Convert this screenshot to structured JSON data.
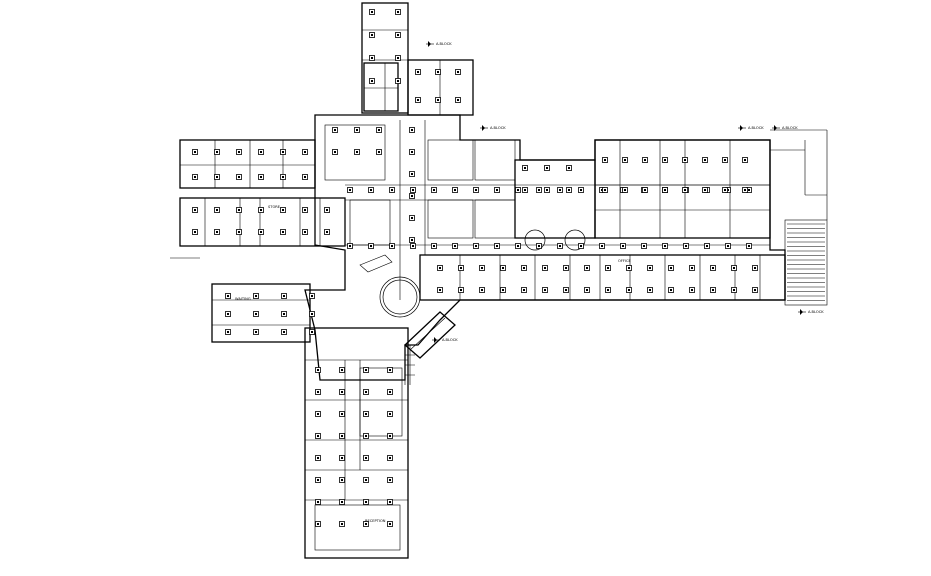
{
  "drawing": {
    "background_color": "#ffffff",
    "line_color": "#000000",
    "markers": [
      {
        "id": "m1",
        "label": "A.BLOCK"
      },
      {
        "id": "m2",
        "label": "A.BLOCK"
      },
      {
        "id": "m3",
        "label": "A.BLOCK"
      },
      {
        "id": "m4",
        "label": "A.BLOCK"
      },
      {
        "id": "m5",
        "label": "A.BLOCK"
      },
      {
        "id": "m6",
        "label": "A.BLOCK"
      }
    ],
    "room_labels": [
      {
        "id": "r1",
        "text": "RECEPTION"
      },
      {
        "id": "r2",
        "text": "WAITING"
      },
      {
        "id": "r3",
        "text": "STORE"
      },
      {
        "id": "r4",
        "text": "OFFICE"
      }
    ]
  }
}
